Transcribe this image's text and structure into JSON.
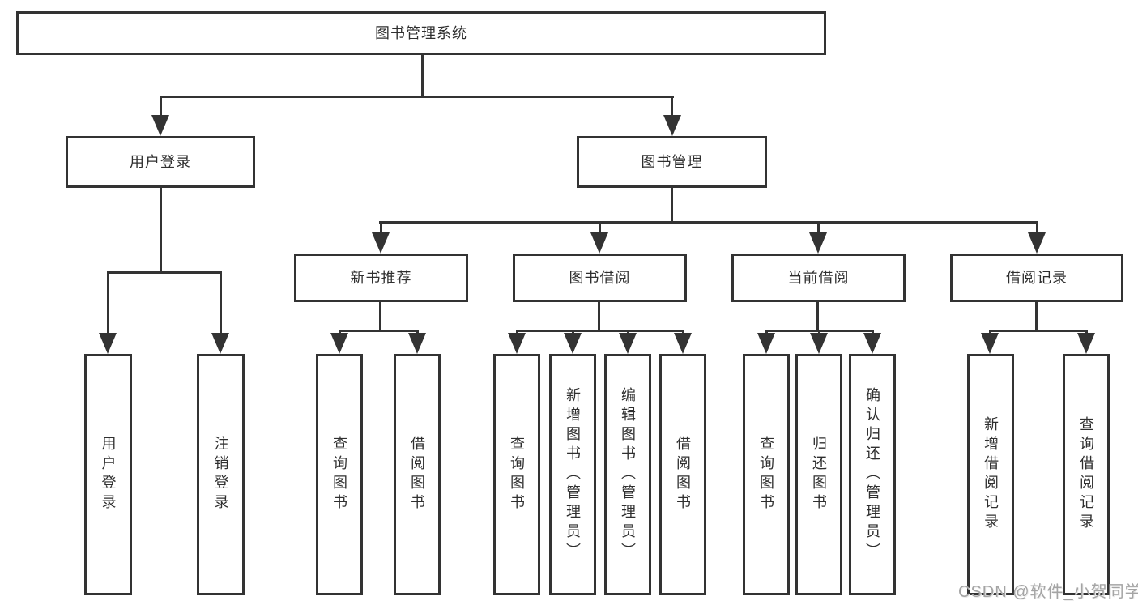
{
  "diagram": {
    "root": "图书管理系统",
    "level2": {
      "user_login": "用户登录",
      "book_mgmt": "图书管理"
    },
    "level3": {
      "new_books": "新书推荐",
      "book_borrow": "图书借阅",
      "current_borrow": "当前借阅",
      "borrow_record": "借阅记录"
    },
    "leaf": {
      "ul_login": "用户登录",
      "ul_logout": "注销登录",
      "nb_query": "查询图书",
      "nb_borrow": "借阅图书",
      "bb_query": "查询图书",
      "bb_add": "新增图书（管理员）",
      "bb_edit": "编辑图书（管理员）",
      "bb_borrow": "借阅图书",
      "cb_query": "查询图书",
      "cb_return": "归还图书",
      "cb_confirm": "确认归还（管理员）",
      "br_add": "新增借阅记录",
      "br_query": "查询借阅记录"
    }
  },
  "watermark": "CSDN @软件_小贺同学",
  "colors": {
    "line": "#333333",
    "text": "#2f2f2f",
    "watermark": "#a4a4a4",
    "background": "#ffffff"
  }
}
